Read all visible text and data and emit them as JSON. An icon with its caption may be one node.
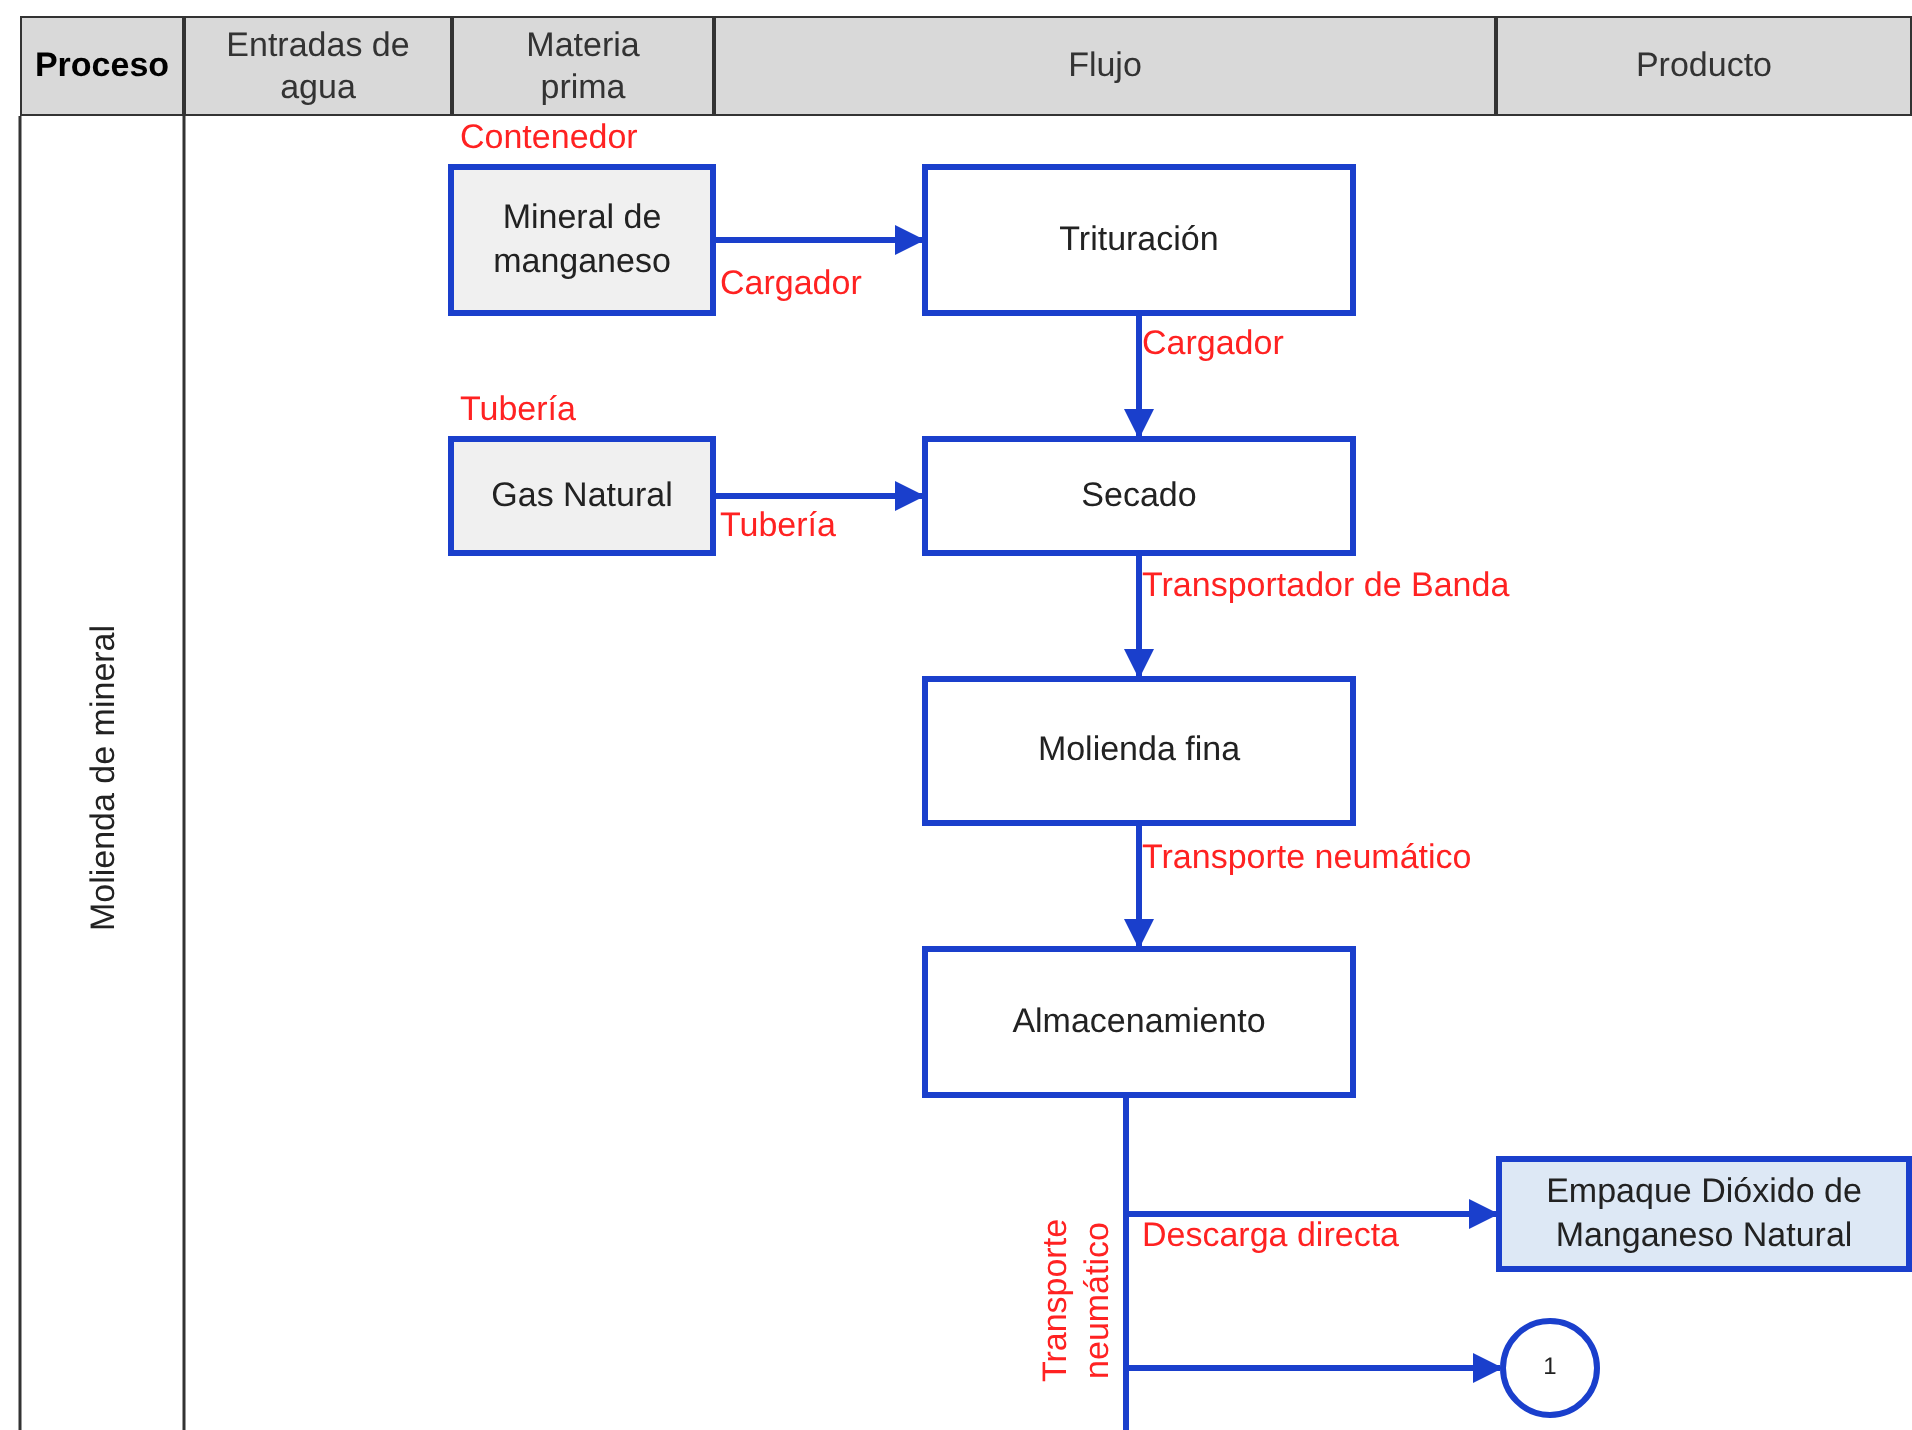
{
  "diagram": {
    "nodes": [
      {
        "text": [
          "Mineral de manganeso"
        ],
        "beside": [
          "Contenedor"
        ]
      },
      {
        "text": [
          "Trituración"
        ]
      },
      {
        "text": [
          "Gas Natural"
        ],
        "beside": [
          "Tubería"
        ]
      },
      {
        "text": [
          "Secado"
        ]
      },
      {
        "text": [
          "Molienda fina"
        ]
      },
      {
        "text": [
          "Almacenamiento"
        ]
      },
      {
        "text": [
          "Empaque Dióxido de Manganeso Natural"
        ]
      },
      {
        "text": [
          "1"
        ]
      }
    ],
    "edges": [
      {
        "from": 0,
        "to": 1,
        "arrow": "to",
        "label": "Cargador"
      },
      {
        "from": 1,
        "to": 3,
        "arrow": "to",
        "label": "Cargador"
      },
      {
        "from": 2,
        "to": 3,
        "arrow": "to",
        "label": "Tubería"
      },
      {
        "from": 3,
        "to": 4,
        "arrow": "to",
        "label": "Transportador de Banda"
      },
      {
        "from": 4,
        "to": 5,
        "arrow": "to",
        "label": "Transporte neumático"
      },
      {
        "from": 5,
        "to": 6,
        "arrow": "to",
        "label": "Descarga directa"
      },
      {
        "from": 5,
        "to": 7,
        "arrow": "to"
      },
      {
        "from": 5,
        "to": null,
        "arrow": "none",
        "label": "Transporte neumático"
      }
    ],
    "labels": [
      "Proceso",
      "Entradas de agua",
      "Materia prima",
      "Flujo",
      "Producto",
      "Molienda de mineral"
    ]
  }
}
